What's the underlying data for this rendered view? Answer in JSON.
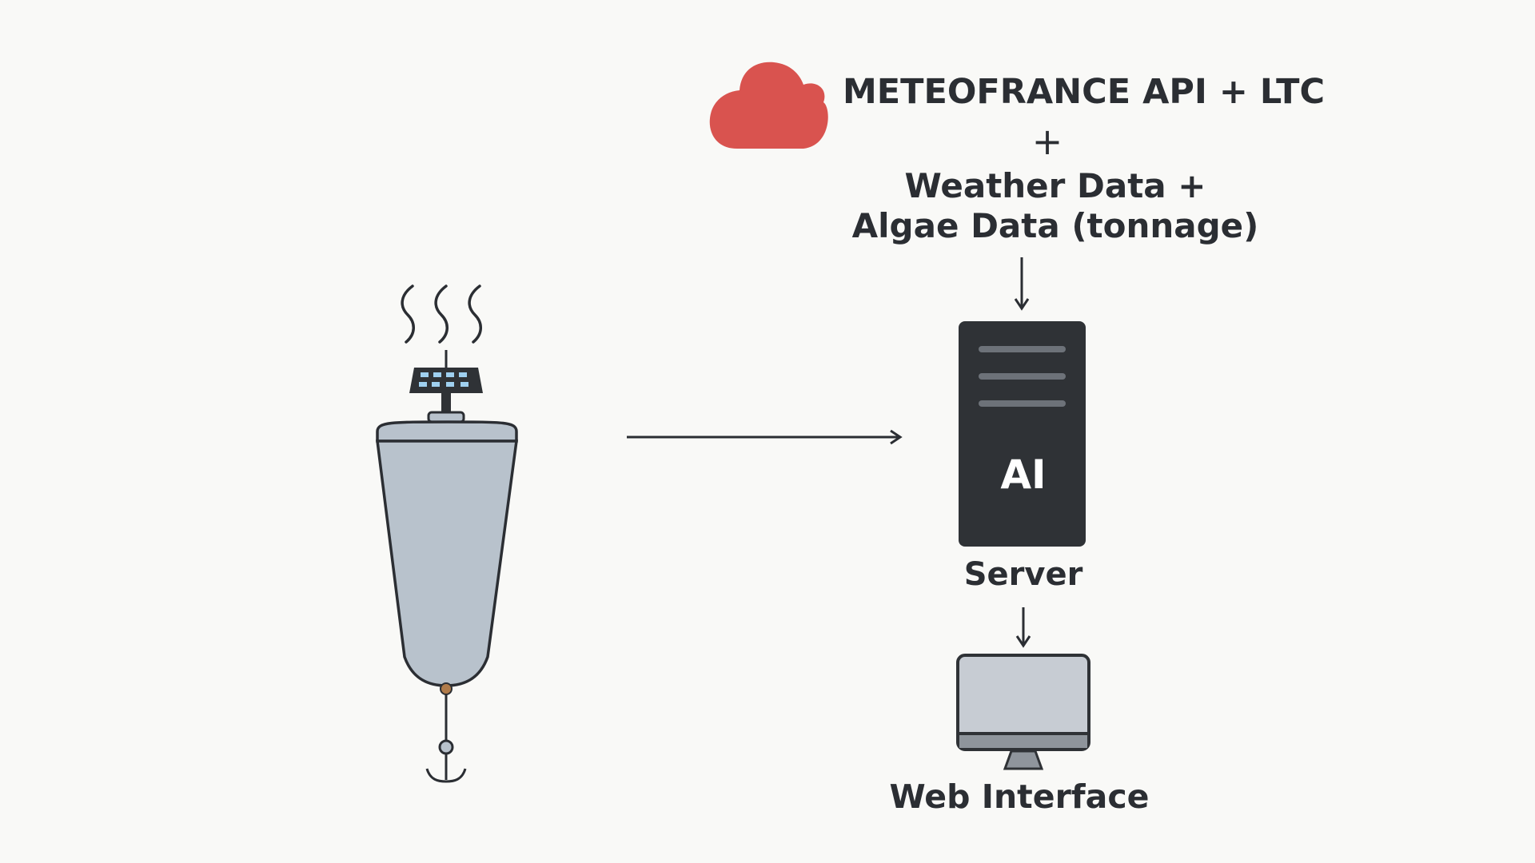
{
  "diagram": {
    "source": {
      "title": "METEOFRANCE API + LTC",
      "plus": "+",
      "data_line": "Weather Data + Algae Data (tonnage)",
      "icon": "cloud-icon",
      "icon_color": "#d9534f"
    },
    "buoy": {
      "icon": "buoy-icon",
      "body_color": "#b8c2cc",
      "signal_icon": "signal-waves-icon",
      "panel_icon": "solar-panel-icon",
      "anchor_icon": "anchor-icon"
    },
    "server": {
      "badge": "AI",
      "label": "Server",
      "color": "#2f3236"
    },
    "web": {
      "label": "Web Interface",
      "icon": "monitor-icon",
      "screen_color": "#c7ccd3"
    }
  }
}
